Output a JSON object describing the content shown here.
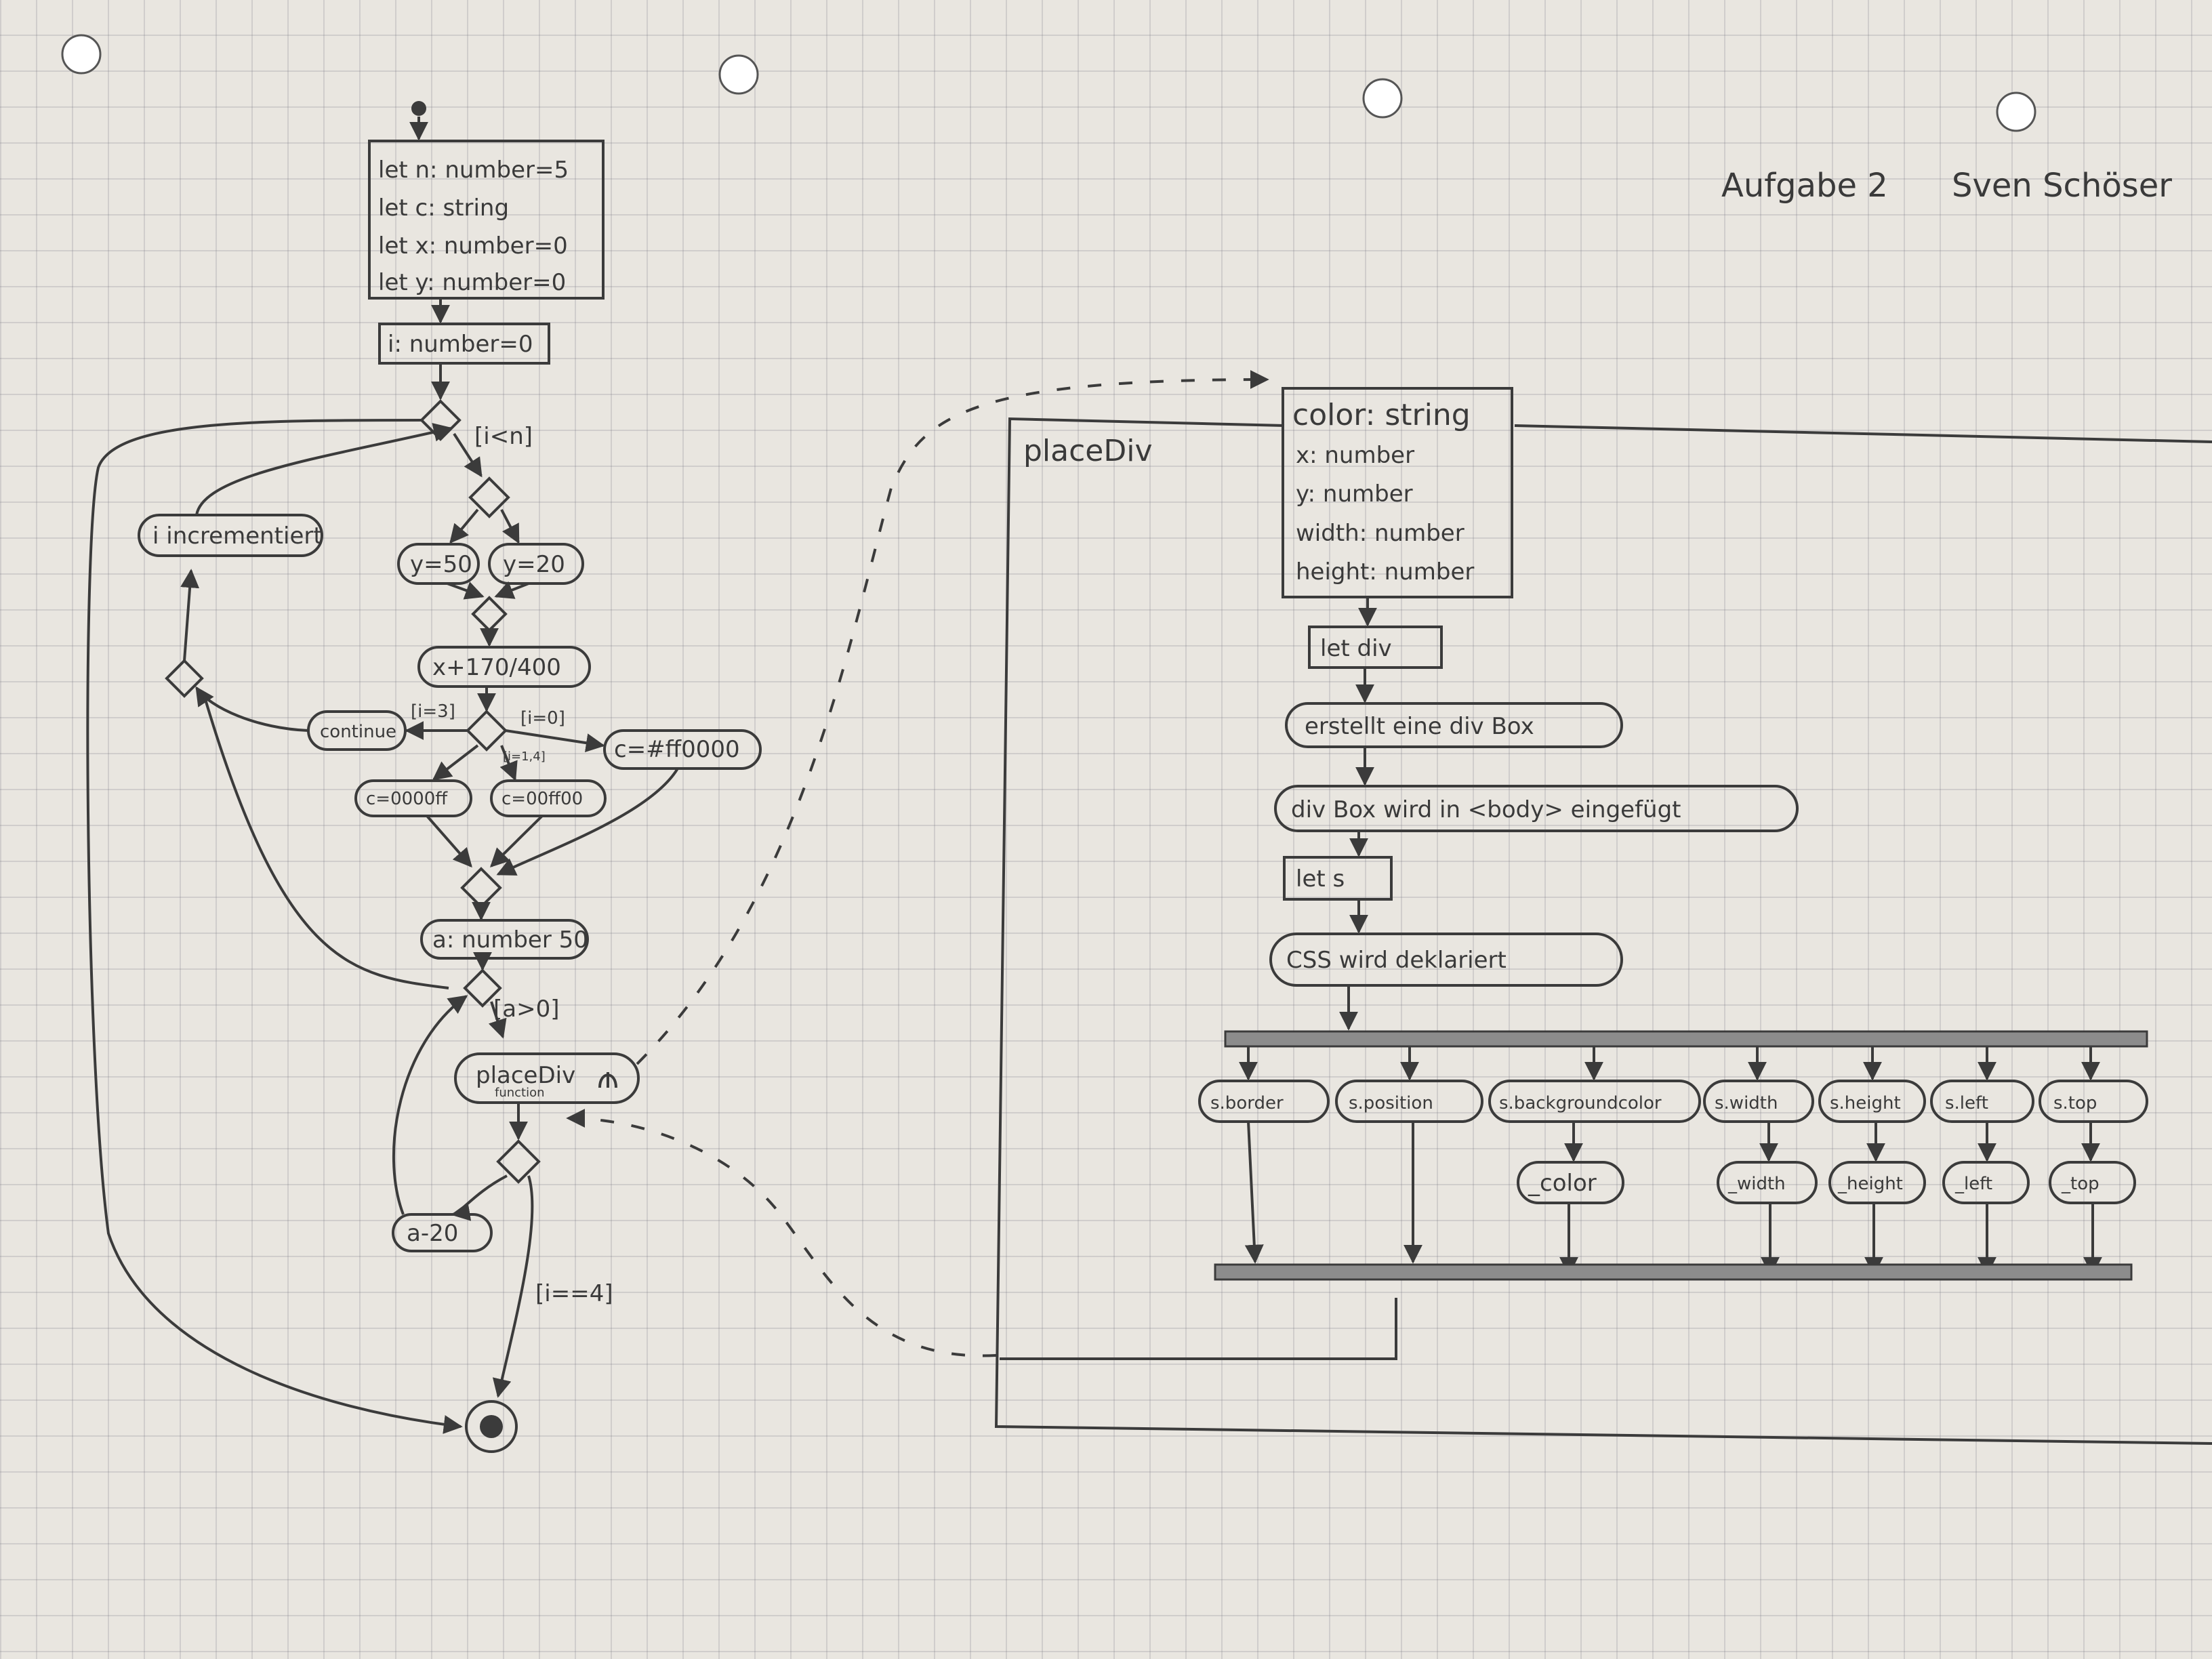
{
  "header": {
    "assignment": "Aufgabe 2",
    "author": "Sven Schöser"
  },
  "main": {
    "declarations": [
      "let n: number=5",
      "let c: string",
      "let x: number=0",
      "let y: number=0"
    ],
    "loop_init": "i: number=0",
    "guard_loop": "[i<n]",
    "y_a": "y=50",
    "y_b": "y=20",
    "x_assign": "x+170/400",
    "guard_i3": "[i=3]",
    "guard_i0": "[i=0]",
    "guard_i14": "[i=1,4]",
    "continue": "continue",
    "increment": "i incrementiert",
    "c_red": "c=#ff0000",
    "c_blue": "c=0000ff",
    "c_green": "c=00ff00",
    "a_init": "a: number 50",
    "guard_a": "[a>0]",
    "call": "placeDiv",
    "call_sub": "function",
    "a_dec": "a-20",
    "guard_end": "[i==4]"
  },
  "function": {
    "name": "placeDiv",
    "params": [
      "color: string",
      "x: number",
      "y: number",
      "width: number",
      "height: number"
    ],
    "let_div": "let div",
    "create": "erstellt eine div Box",
    "insert": "div Box wird in <body> eingefügt",
    "let_s": "let s",
    "css": "CSS wird deklariert",
    "props": [
      "s.border",
      "s.position",
      "s.backgroundcolor",
      "s.width",
      "s.height",
      "s.left",
      "s.top"
    ],
    "values": [
      "_color",
      "_width",
      "_height",
      "_left",
      "_top"
    ]
  },
  "colors": {
    "paper": "#e9e6e0",
    "pencil": "#3b3b3b",
    "bar": "#8c8c8c"
  }
}
